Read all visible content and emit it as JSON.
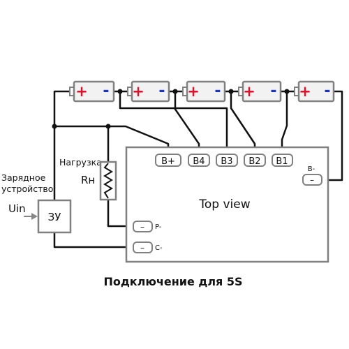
{
  "batteries": [
    {
      "plus": "+",
      "minus": "-"
    },
    {
      "plus": "+",
      "minus": "-"
    },
    {
      "plus": "+",
      "minus": "-"
    },
    {
      "plus": "+",
      "minus": "-"
    },
    {
      "plus": "+",
      "minus": "-"
    }
  ],
  "board": {
    "title": "Top view",
    "top_pins": [
      "B+",
      "B4",
      "B3",
      "B2",
      "B1"
    ],
    "bminus_label": "B-",
    "p_label": "P-",
    "c_label": "C-",
    "pad_symbol": "–"
  },
  "charger": {
    "label_line1": "Зарядное",
    "label_line2": "устройство",
    "input_label": "Uin",
    "box_label": "ЗУ"
  },
  "load": {
    "label": "Нагрузка",
    "resistor_label": "Rн"
  },
  "caption": "Подключение для 5S",
  "colors": {
    "plus": "#e0102a",
    "minus": "#1730c8",
    "wire": "#111111",
    "box": "#808080",
    "battery_fill": "#f2f2f2"
  }
}
